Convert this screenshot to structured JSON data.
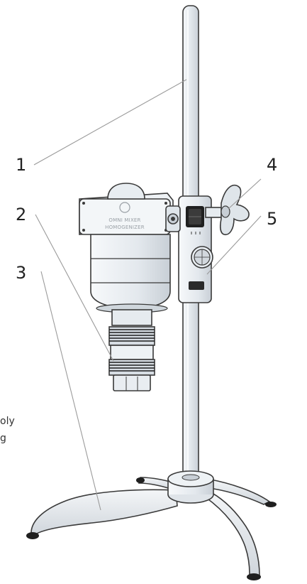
{
  "callouts": [
    {
      "id": "1",
      "label": "1"
    },
    {
      "id": "2",
      "label": "2"
    },
    {
      "id": "3",
      "label": "3"
    },
    {
      "id": "4",
      "label": "4"
    },
    {
      "id": "5",
      "label": "5"
    }
  ],
  "stray_text": [
    "oly",
    "g"
  ],
  "device_label": {
    "line1": "OMNI MIXER",
    "line2": "HOMOGENIZER"
  },
  "colors": {
    "outline": "#3a3a3a",
    "body_fill": "#eef2f5",
    "shade_fill": "#d6dce2",
    "dark": "#1f1f1f",
    "leader": "#9a9a9a"
  }
}
